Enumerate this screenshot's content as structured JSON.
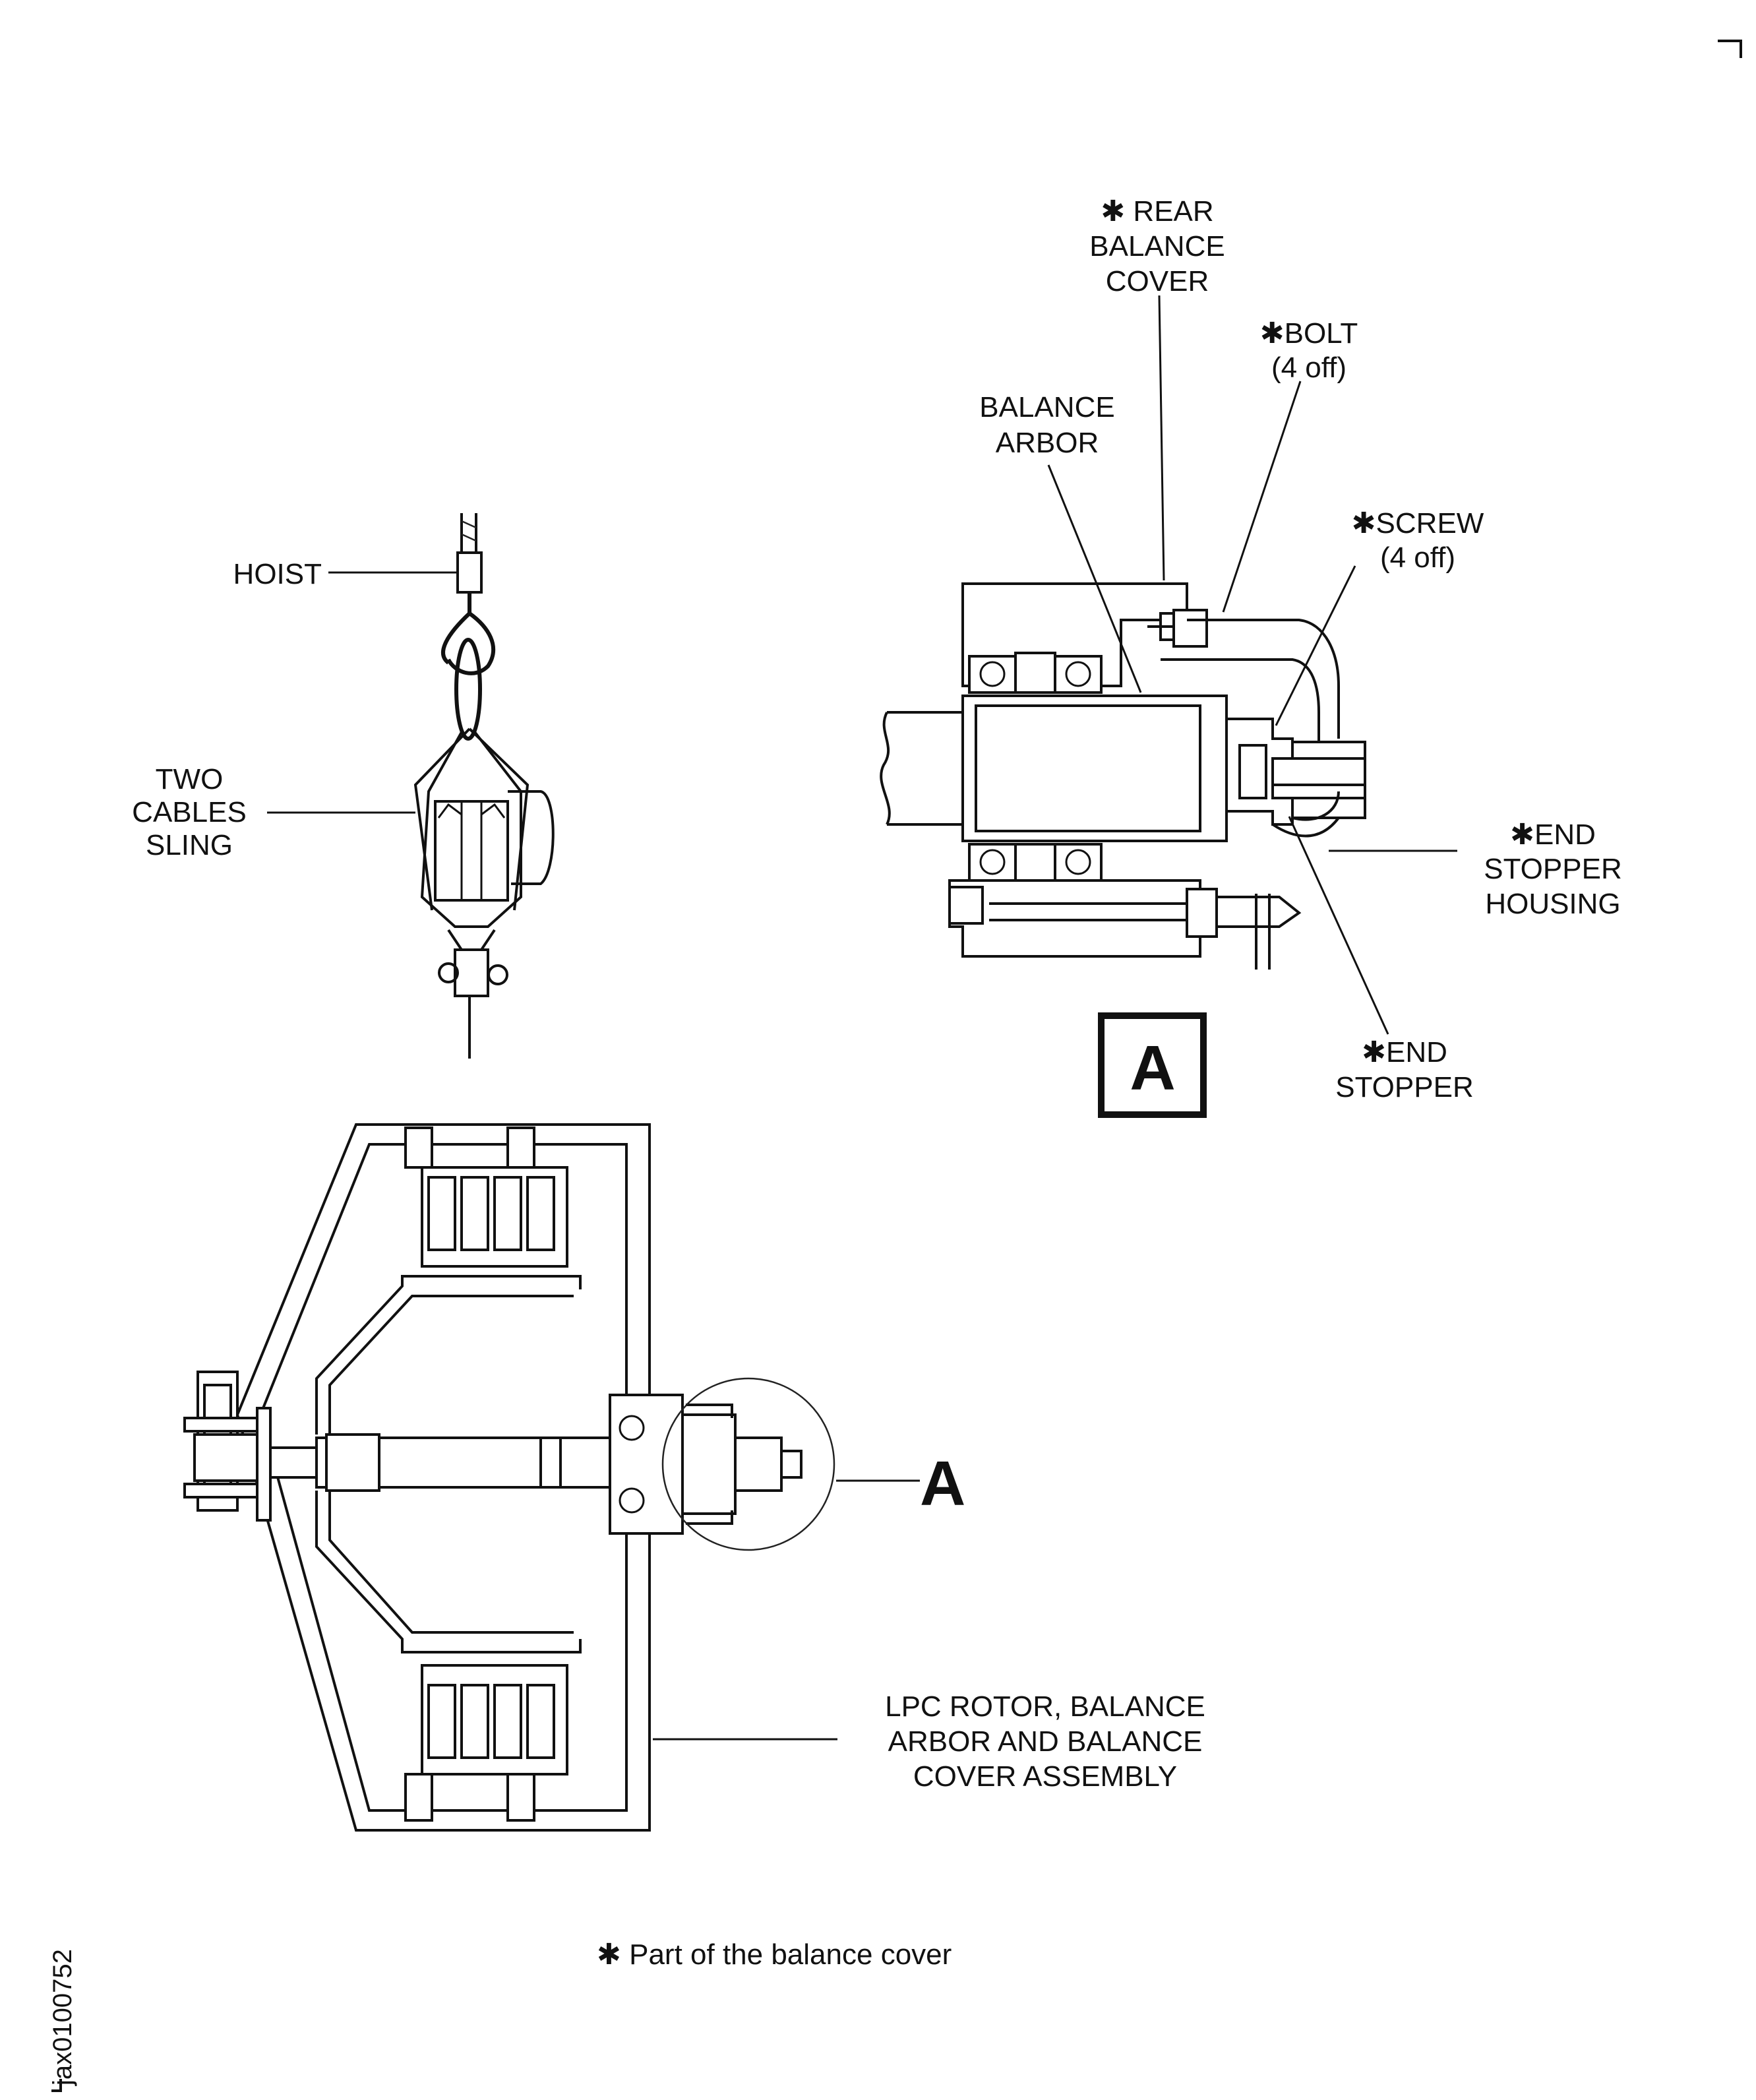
{
  "labels": {
    "hoist": "HOIST",
    "sling": [
      "TWO",
      "CABLES",
      "SLING"
    ],
    "rear_balance_cover": [
      "REAR",
      "BALANCE",
      "COVER"
    ],
    "bolt": [
      "BOLT",
      "(4 off)"
    ],
    "balance_arbor": [
      "BALANCE",
      "ARBOR"
    ],
    "screw": [
      "SCREW",
      "(4 off)"
    ],
    "end_stopper_housing": [
      "END",
      "STOPPER",
      "HOUSING"
    ],
    "end_stopper": [
      "END",
      "STOPPER"
    ],
    "detail_ref": "A",
    "assembly": [
      "LPC ROTOR, BALANCE",
      "ARBOR AND BALANCE",
      "COVER ASSEMBLY"
    ],
    "asterisk": "✱",
    "footnote": "Part of the balance cover",
    "figure_id": "jax0100752"
  }
}
